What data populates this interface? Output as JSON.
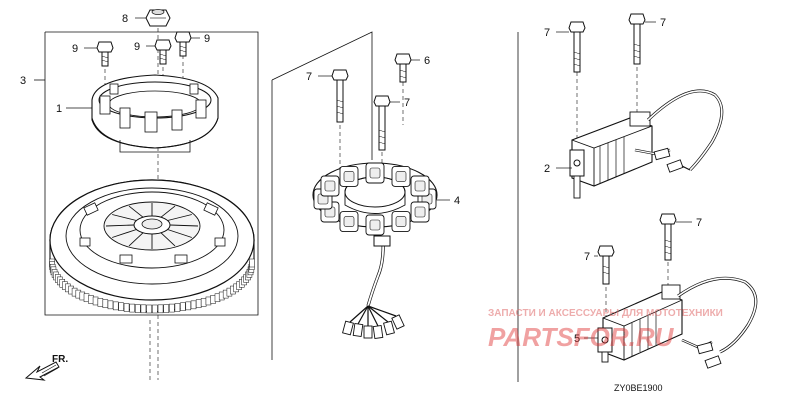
{
  "diagram": {
    "callouts": {
      "p1": "1",
      "p2": "2",
      "p3": "3",
      "p4": "4",
      "p5": "5",
      "p6": "6",
      "p7a": "7",
      "p7b": "7",
      "p7c": "7",
      "p7d": "7",
      "p7e": "7",
      "p7f": "7",
      "p8": "8",
      "p9a": "9",
      "p9b": "9",
      "p9c": "9"
    },
    "direction_label": "FR.",
    "diagram_code": "ZY0BE1900"
  },
  "watermark": {
    "tagline": "ЗАПАСТИ И АКСЕССУАРЫ ДЛЯ МОТОТЕХНИКИ",
    "brand_left": "PARTS",
    "brand_mid": "FOR",
    "brand_right": ".RU"
  }
}
